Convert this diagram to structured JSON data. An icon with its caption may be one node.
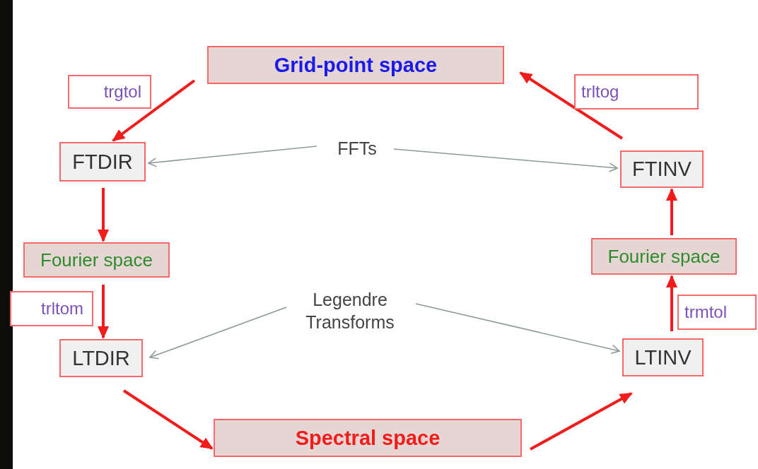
{
  "diagram": {
    "nodes": [
      {
        "text": [
          "Grid-point space"
        ]
      },
      {
        "text": [
          "trgtol"
        ]
      },
      {
        "text": [
          "trltog"
        ]
      },
      {
        "text": [
          "FTDIR"
        ]
      },
      {
        "text": [
          "FFTs"
        ]
      },
      {
        "text": [
          "FTINV"
        ]
      },
      {
        "text": [
          "Fourier space"
        ]
      },
      {
        "text": [
          "Fourier space"
        ]
      },
      {
        "text": [
          "trltom"
        ]
      },
      {
        "text": [
          "trmtol"
        ]
      },
      {
        "text": [
          "Legendre Transforms"
        ]
      },
      {
        "text": [
          "LTDIR"
        ]
      },
      {
        "text": [
          "LTINV"
        ]
      },
      {
        "text": [
          "Spectral space"
        ]
      }
    ],
    "edges": [
      {
        "from": 0,
        "to": 3,
        "arrow": "to"
      },
      {
        "from": 3,
        "to": 6,
        "arrow": "to"
      },
      {
        "from": 6,
        "to": 11,
        "arrow": "to"
      },
      {
        "from": 11,
        "to": 13,
        "arrow": "to"
      },
      {
        "from": 13,
        "to": 12,
        "arrow": "to"
      },
      {
        "from": 12,
        "to": 7,
        "arrow": "to"
      },
      {
        "from": 7,
        "to": 5,
        "arrow": "to"
      },
      {
        "from": 5,
        "to": 0,
        "arrow": "to"
      },
      {
        "from": 4,
        "to": 3,
        "arrow": "to",
        "color": "#8c9a94"
      },
      {
        "from": 4,
        "to": 5,
        "arrow": "to",
        "color": "#8c9a94"
      },
      {
        "from": 10,
        "to": 11,
        "arrow": "to",
        "color": "#8c9a94"
      },
      {
        "from": 10,
        "to": 12,
        "arrow": "to",
        "color": "#8c9a94"
      }
    ]
  }
}
